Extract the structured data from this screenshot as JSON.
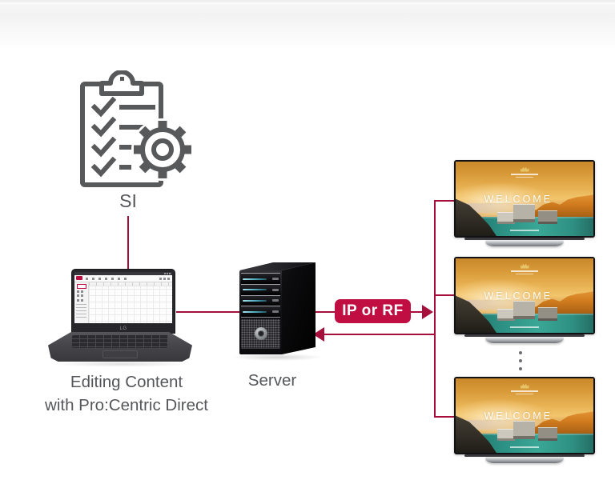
{
  "colors": {
    "connector_red": "#a60f3c",
    "badge_red": "#c00d42",
    "icon_grey": "#58595b",
    "label_grey": "#55575a",
    "tv_water_teal": "#2c9184",
    "tv_sky_amber": "#e9b456"
  },
  "si": {
    "label": "SI",
    "icon": "clipboard-checklist-gear-icon"
  },
  "editor": {
    "caption_line1": "Editing Content",
    "caption_line2": "with Pro:Centric Direct",
    "laptop_brand": "LG"
  },
  "server": {
    "label": "Server"
  },
  "transport": {
    "badge_label": "IP or RF",
    "forward_icon": "arrow-right-icon",
    "return_icon": "arrow-left-icon"
  },
  "displays": {
    "welcome_text": "WELCOME",
    "visible_count": 3,
    "more_indicator_icon": "vertical-ellipsis-icon"
  }
}
